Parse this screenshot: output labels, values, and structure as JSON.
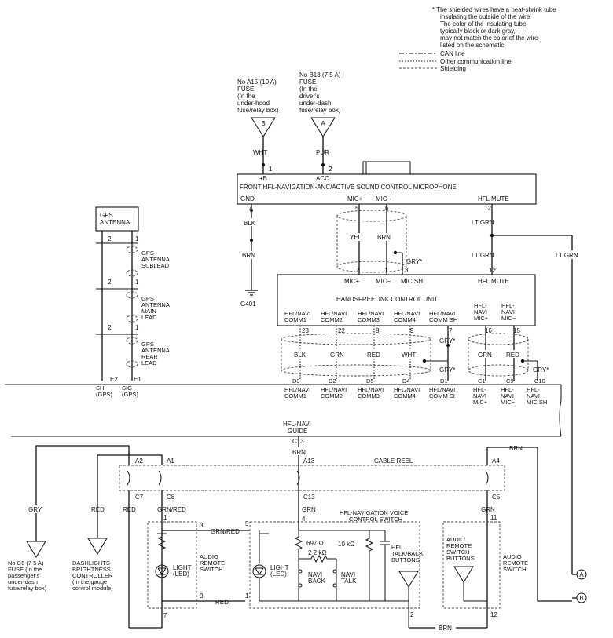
{
  "notes": {
    "line1": "*  The shielded wires have a heat-shrink tube",
    "line2": "insulating the outside of the wire",
    "line3": "The color of the insulating tube,",
    "line4": "typically black or dark gray,",
    "line5": "may not match the color of the wire",
    "line6": "listed on the schematic"
  },
  "legend": {
    "can": "CAN line",
    "other": "Other communication line",
    "shield": "Shielding"
  },
  "fuses": {
    "a15": [
      "No  A15 (10 A)",
      "FUSE",
      "(In the",
      "under-hood",
      "fuse/relay box)"
    ],
    "a15_tag": "B",
    "b18": [
      "No  B18 (7 5 A)",
      "FUSE",
      "(In the",
      "driver's",
      "under-dash",
      "fuse/relay box)"
    ],
    "b18_tag": "A",
    "c6": [
      "No  C6 (7 5 A)",
      "FUSE (In the",
      "passenger's",
      "under-dash",
      "fuse/relay box)"
    ]
  },
  "dashlights": [
    "DASHLIGHTS",
    "BRIGHTNESS",
    "CONTROLLER",
    "(In the gauge",
    "control module)"
  ],
  "microphone": {
    "title": "FRONT HFL-NAVIGATION-ANC/ACTIVE SOUND CONTROL MICROPHONE",
    "pins": {
      "b": "+B",
      "acc": "ACC",
      "gnd": "GND",
      "micp": "MIC+",
      "micm": "MIC−",
      "mute": "HFL MUTE"
    },
    "nums": {
      "b": "1",
      "acc": "2",
      "gnd": "7",
      "micp": "5",
      "micm": "6",
      "mute": "12"
    }
  },
  "wires": {
    "wht": "WHT",
    "pur": "PUR",
    "blk": "BLK",
    "brn": "BRN",
    "yel": "YEL",
    "ltgrn": "LT GRN",
    "gry_star": "GRY*",
    "grn": "GRN",
    "red": "RED",
    "gry": "GRY",
    "grnred": "GRN/RED"
  },
  "ground": "G401",
  "hfl_unit": {
    "title": "HANDSFREELINK CONTROL UNIT",
    "top": {
      "micp": "MIC+",
      "micm": "MIC−",
      "micsh": "MIC SH",
      "mute": "HFL MUTE"
    },
    "top_nums": {
      "micp": "2",
      "micm": "1",
      "micsh": "3",
      "mute": "12"
    },
    "bottom": [
      [
        "HFL/NAVI",
        "COMM1"
      ],
      [
        "HFL/NAVI",
        "COMM2"
      ],
      [
        "HFL/NAVI",
        "COMM3"
      ],
      [
        "HFL/NAVI",
        "COMM4"
      ],
      [
        "HFL/NAVI",
        "COMM SH"
      ],
      [
        "HFL-",
        "NAVI",
        "MIC+"
      ],
      [
        "HFL-",
        "NAVI",
        "MIC−"
      ]
    ],
    "bottom_nums": [
      "23",
      "22",
      "8",
      "9",
      "7",
      "16",
      "15"
    ]
  },
  "gps": {
    "antenna": [
      "GPS",
      "ANTENNA"
    ],
    "sublead": [
      "GPS",
      "ANTENNA",
      "SUBLEAD"
    ],
    "main": [
      "GPS",
      "ANTENNA",
      "MAIN",
      "LEAD"
    ],
    "rear": [
      "GPS",
      "ANTENNA",
      "REAR",
      "LEAD"
    ],
    "pin2": "2",
    "pin1": "1",
    "e2": "E2",
    "e1": "E1",
    "sh": [
      "SH",
      "(GPS)"
    ],
    "sig": [
      "SIG",
      "(GPS)"
    ]
  },
  "guide": {
    "title": [
      "HFL-NAVI",
      "GUIDE"
    ],
    "pins": [
      "D3",
      "D2",
      "D5",
      "D4",
      "D1",
      "C1",
      "C9",
      "C10",
      "C13"
    ],
    "labels": [
      [
        "HFL/NAVI",
        "COMM1"
      ],
      [
        "HFL/NAVI",
        "COMM2"
      ],
      [
        "HFL/NAVI",
        "COMM3"
      ],
      [
        "HFL/NAVI",
        "COMM4"
      ],
      [
        "HFL/NAVI",
        "COMM SH"
      ],
      [
        "HFL-",
        "NAVI",
        "MIC+"
      ],
      [
        "HFL-",
        "NAVI",
        "MIC−"
      ],
      [
        "HFL-",
        "NAVI",
        "MIC SH"
      ]
    ]
  },
  "cable_reel": {
    "title": "CABLE REEL",
    "top": [
      "A2",
      "A1",
      "A13",
      "A4"
    ],
    "bottom": [
      "C7",
      "C8",
      "C13",
      "C5"
    ]
  },
  "audio_left": {
    "title": [
      "AUDIO",
      "REMOTE",
      "SWITCH"
    ],
    "light": [
      "LIGHT",
      "(LED)"
    ],
    "nums": {
      "in1": "1",
      "out3": "3",
      "out9": "9",
      "out7": "7"
    }
  },
  "voice": {
    "title": [
      "HFL-NAVIGATION VOICE",
      "CONTROL SWITCH"
    ],
    "light": [
      "LIGHT",
      "(LED)"
    ],
    "r1": "697 Ω",
    "r2": "2 2 kΩ",
    "r3": "10 kΩ",
    "back": [
      "NAVI",
      "BACK"
    ],
    "talk": [
      "NAVI",
      "TALK"
    ],
    "hfl": [
      "HFL",
      "TALK/BACK",
      "BUTTONS"
    ],
    "nums": {
      "in5": "5",
      "in4": "4",
      "in1": "1",
      "out2": "2"
    }
  },
  "audio_right": {
    "buttons": [
      "AUDIO",
      "REMOTE",
      "SWITCH",
      "BUTTONS"
    ],
    "title": [
      "AUDIO",
      "REMOTE",
      "SWITCH"
    ],
    "nums": {
      "in11": "11",
      "out12": "12"
    }
  },
  "offpage": {
    "a": "A",
    "b": "B"
  }
}
